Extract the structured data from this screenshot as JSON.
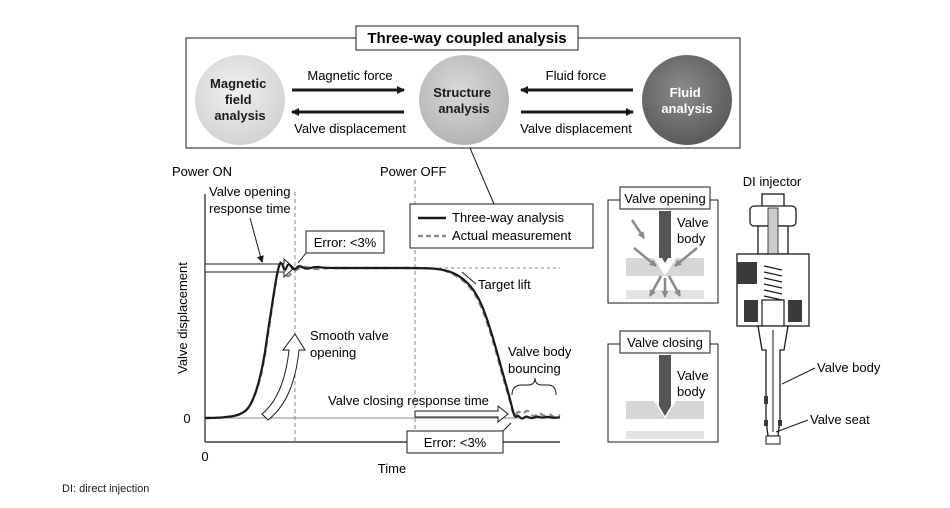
{
  "coupled": {
    "title": "Three-way coupled analysis",
    "magnetic_lines": [
      "Magnetic",
      "field",
      "analysis"
    ],
    "structure_lines": [
      "Structure",
      "analysis"
    ],
    "fluid_lines": [
      "Fluid",
      "analysis"
    ],
    "magnetic_force": "Magnetic force",
    "fluid_force": "Fluid force",
    "valve_disp_left": "Valve displacement",
    "valve_disp_right": "Valve displacement"
  },
  "chart_labels": {
    "power_on": "Power ON",
    "power_off": "Power OFF",
    "opening_response": [
      "Valve opening",
      "response time"
    ],
    "error_top": "Error: <3%",
    "error_bottom": "Error: <3%",
    "target_lift": "Target lift",
    "smooth_opening": [
      "Smooth valve",
      "opening"
    ],
    "closing_response": "Valve closing response time",
    "bouncing": [
      "Valve body",
      "bouncing"
    ]
  },
  "chart_data": {
    "type": "line",
    "title": "",
    "xlabel": "Time",
    "ylabel": "Valve displacement",
    "x_ticks": [
      "0"
    ],
    "y_ticks": [
      "0"
    ],
    "ylim": [
      0,
      1.2
    ],
    "xlim": [
      0,
      10
    ],
    "legend_position": "top-right",
    "series": [
      {
        "name": "Three-way analysis",
        "style": "solid",
        "color": "#1a1a1a",
        "points": [
          [
            0,
            0
          ],
          [
            0.5,
            0.002
          ],
          [
            1,
            0.02
          ],
          [
            1.3,
            0.08
          ],
          [
            1.6,
            0.3
          ],
          [
            1.8,
            0.62
          ],
          [
            1.95,
            0.85
          ],
          [
            2.05,
            0.99
          ],
          [
            2.15,
            1.05
          ],
          [
            2.25,
            0.97
          ],
          [
            2.35,
            1.04
          ],
          [
            2.5,
            0.98
          ],
          [
            2.65,
            1.02
          ],
          [
            2.85,
            0.99
          ],
          [
            3.1,
            1.01
          ],
          [
            3.4,
            1.0
          ],
          [
            4,
            1.0
          ],
          [
            5,
            1.0
          ],
          [
            6.3,
            1.0
          ],
          [
            6.7,
            0.99
          ],
          [
            7.1,
            0.96
          ],
          [
            7.5,
            0.88
          ],
          [
            7.8,
            0.76
          ],
          [
            8.1,
            0.55
          ],
          [
            8.35,
            0.33
          ],
          [
            8.6,
            0.12
          ],
          [
            8.72,
            0.0
          ],
          [
            8.82,
            0.02
          ],
          [
            8.92,
            -0.01
          ],
          [
            9.05,
            0.015
          ],
          [
            9.2,
            -0.005
          ],
          [
            9.35,
            0.012
          ],
          [
            9.5,
            0.0
          ],
          [
            9.65,
            0.01
          ],
          [
            9.8,
            0.0
          ],
          [
            10,
            0.005
          ]
        ]
      },
      {
        "name": "Actual measurement",
        "style": "dashed",
        "color": "#8a8a8a",
        "points": [
          [
            0,
            0
          ],
          [
            0.5,
            0.002
          ],
          [
            1,
            0.02
          ],
          [
            1.3,
            0.08
          ],
          [
            1.6,
            0.29
          ],
          [
            1.8,
            0.6
          ],
          [
            1.95,
            0.84
          ],
          [
            2.05,
            0.99
          ],
          [
            2.15,
            1.06
          ],
          [
            2.3,
            0.93
          ],
          [
            2.45,
            0.97
          ],
          [
            2.65,
            1.0
          ],
          [
            2.85,
            1.01
          ],
          [
            3.1,
            0.99
          ],
          [
            3.4,
            1.0
          ],
          [
            4,
            1.0
          ],
          [
            5,
            1.0
          ],
          [
            6.3,
            1.0
          ],
          [
            6.7,
            0.99
          ],
          [
            7.1,
            0.95
          ],
          [
            7.5,
            0.87
          ],
          [
            7.8,
            0.74
          ],
          [
            8.1,
            0.53
          ],
          [
            8.35,
            0.31
          ],
          [
            8.6,
            0.11
          ],
          [
            8.72,
            0.0
          ],
          [
            8.82,
            0.05
          ],
          [
            8.95,
            0.02
          ],
          [
            9.08,
            0.06
          ],
          [
            9.25,
            0.0
          ],
          [
            9.4,
            0.04
          ],
          [
            9.55,
            0.01
          ],
          [
            9.7,
            0.03
          ],
          [
            9.85,
            0.0
          ],
          [
            10,
            0.02
          ]
        ]
      }
    ],
    "legend": [
      "Three-way analysis",
      "Actual measurement"
    ],
    "target_lift_value": 1.0
  },
  "valve_opening_label": "Valve opening",
  "valve_closing_label": "Valve closing",
  "valve_body_lines": [
    "Valve",
    "body"
  ],
  "injector": {
    "title": "DI injector",
    "valve_body": "Valve body",
    "valve_seat": "Valve seat"
  },
  "footnote": "DI: direct injection"
}
